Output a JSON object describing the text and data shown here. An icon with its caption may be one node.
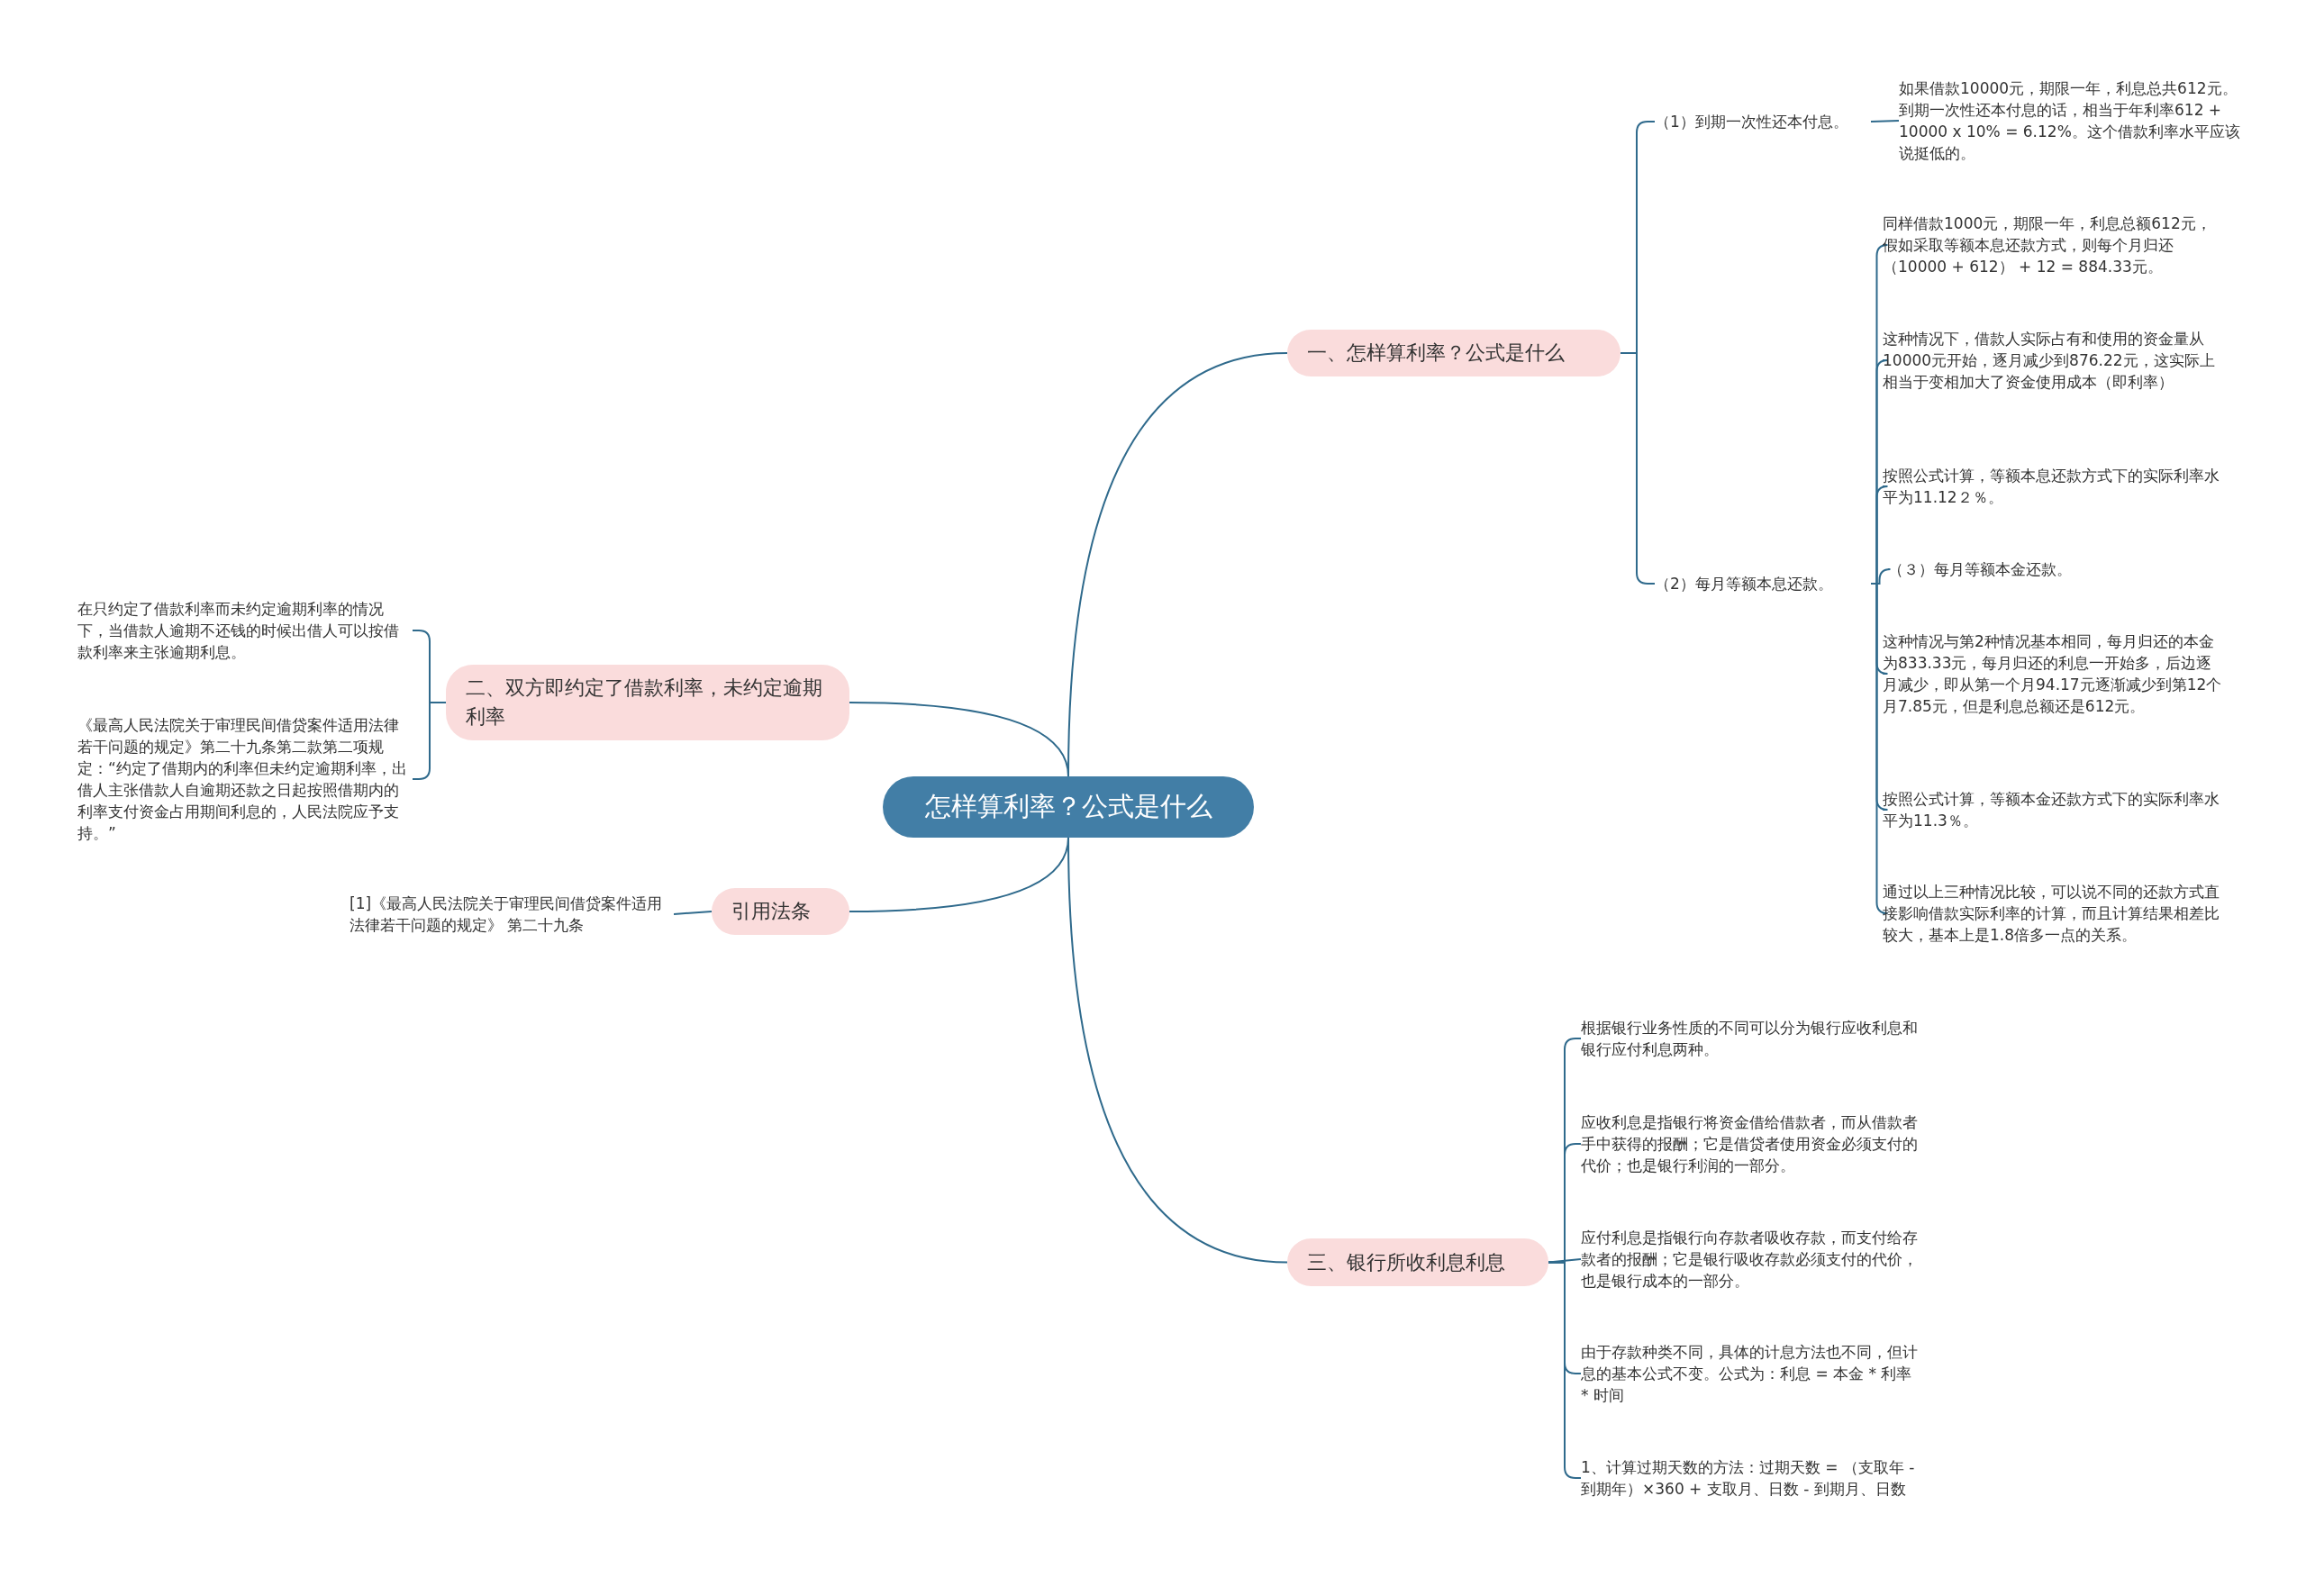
{
  "diagram": {
    "nodes": [
      {
        "text": [
          "怎样算利率？公式是什么"
        ]
      },
      {
        "text": [
          "一、怎样算利率？公式是什么"
        ]
      },
      {
        "text": [
          "（1）到期一次性还本付息。"
        ]
      },
      {
        "text": [
          "如果借款10000元，期限一年，利息总共612元。到期一次性还本付息的话，相当于年利率612 + 10000 x 10% = 6.12%。这个借款利率水平应该说挺低的。"
        ]
      },
      {
        "text": [
          "（2）每月等额本息还款。"
        ]
      },
      {
        "text": [
          "同样借款1000元，期限一年，利息总额612元，假如采取等额本息还款方式，则每个月归还（10000 + 612） + 12 = 884.33元。"
        ]
      },
      {
        "text": [
          "这种情况下，借款人实际占有和使用的资金量从10000元开始，逐月减少到876.22元，这实际上相当于变相加大了资金使用成本（即利率）"
        ]
      },
      {
        "text": [
          "按照公式计算，等额本息还款方式下的实际利率水平为11.12２％。"
        ]
      },
      {
        "text": [
          "（３）每月等额本金还款。"
        ]
      },
      {
        "text": [
          "这种情况与第2种情况基本相同，每月归还的本金为833.33元，每月归还的利息一开始多，后边逐月减少，即从第一个月94.17元逐渐减少到第12个月7.85元，但是利息总额还是612元。"
        ]
      },
      {
        "text": [
          "按照公式计算，等额本金还款方式下的实际利率水平为11.3％。"
        ]
      },
      {
        "text": [
          "通过以上三种情况比较，可以说不同的还款方式直接影响借款实际利率的计算，而且计算结果相差比较大，基本上是1.8倍多一点的关系。"
        ]
      },
      {
        "text": [
          "三、银行所收利息利息"
        ]
      },
      {
        "text": [
          "根据银行业务性质的不同可以分为银行应收利息和银行应付利息两种。"
        ]
      },
      {
        "text": [
          "应收利息是指银行将资金借给借款者，而从借款者手中获得的报酬；它是借贷者使用资金必须支付的代价；也是银行利润的一部分。"
        ]
      },
      {
        "text": [
          "应付利息是指银行向存款者吸收存款，而支付给存款者的报酬；它是银行吸收存款必须支付的代价，也是银行成本的一部分。"
        ]
      },
      {
        "text": [
          "由于存款种类不同，具体的计息方法也不同，但计息的基本公式不变。公式为：利息 = 本金 * 利率 * 时间"
        ]
      },
      {
        "text": [
          "1、计算过期天数的方法：过期天数 = （支取年 - 到期年）×360 + 支取月、日数 - 到期月、日数"
        ]
      },
      {
        "text": [
          "二、双方即约定了借款利率，未约定逾期利率"
        ]
      },
      {
        "text": [
          "在只约定了借款利率而未约定逾期利率的情况下，当借款人逾期不还钱的时候出借人可以按借款利率来主张逾期利息。"
        ]
      },
      {
        "text": [
          "《最高人民法院关于审理民间借贷案件适用法律若干问题的规定》第二十九条第二款第二项规定：“约定了借期内的利率但未约定逾期利率，出借人主张借款人自逾期还款之日起按照借期内的利率支付资金占用期间利息的，人民法院应予支持。”"
        ]
      },
      {
        "text": [
          "引用法条"
        ]
      },
      {
        "text": [
          "[1]《最高人民法院关于审理民间借贷案件适用法律若干问题的规定》 第二十九条"
        ]
      }
    ],
    "edges": [
      {
        "from": 0,
        "to": 1,
        "arrow": "none"
      },
      {
        "from": 1,
        "to": 2,
        "arrow": "none"
      },
      {
        "from": 2,
        "to": 3,
        "arrow": "none"
      },
      {
        "from": 1,
        "to": 4,
        "arrow": "none"
      },
      {
        "from": 4,
        "to": 5,
        "arrow": "none"
      },
      {
        "from": 4,
        "to": 6,
        "arrow": "none"
      },
      {
        "from": 4,
        "to": 7,
        "arrow": "none"
      },
      {
        "from": 4,
        "to": 8,
        "arrow": "none"
      },
      {
        "from": 4,
        "to": 9,
        "arrow": "none"
      },
      {
        "from": 4,
        "to": 10,
        "arrow": "none"
      },
      {
        "from": 4,
        "to": 11,
        "arrow": "none"
      },
      {
        "from": 0,
        "to": 12,
        "arrow": "none"
      },
      {
        "from": 12,
        "to": 13,
        "arrow": "none"
      },
      {
        "from": 12,
        "to": 14,
        "arrow": "none"
      },
      {
        "from": 12,
        "to": 15,
        "arrow": "none"
      },
      {
        "from": 12,
        "to": 16,
        "arrow": "none"
      },
      {
        "from": 12,
        "to": 17,
        "arrow": "none"
      },
      {
        "from": 0,
        "to": 18,
        "arrow": "none"
      },
      {
        "from": 18,
        "to": 19,
        "arrow": "none"
      },
      {
        "from": 18,
        "to": 20,
        "arrow": "none"
      },
      {
        "from": 0,
        "to": 21,
        "arrow": "none"
      },
      {
        "from": 21,
        "to": 22,
        "arrow": "none"
      }
    ]
  }
}
